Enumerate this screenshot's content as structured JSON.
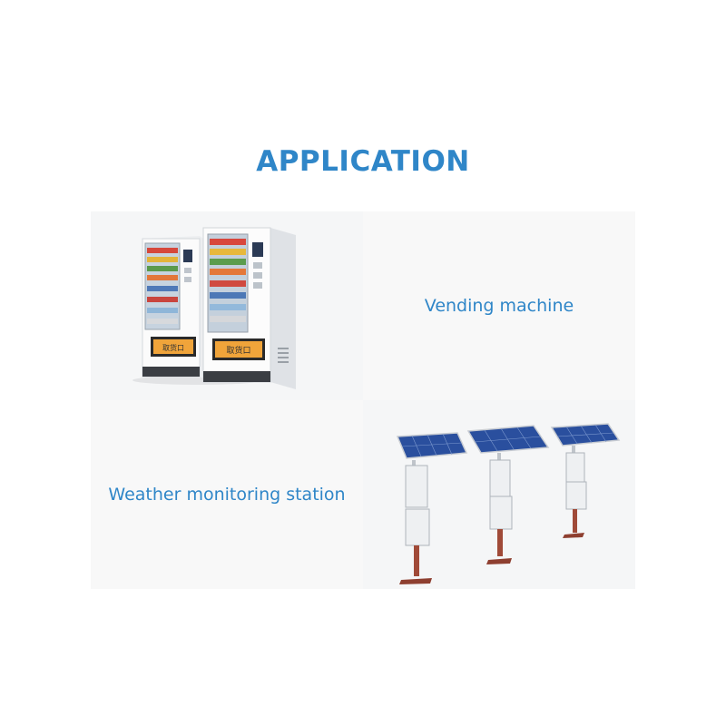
{
  "page": {
    "title": "APPLICATION",
    "accent_color": "#2f86c8"
  },
  "applications": [
    {
      "label": "Vending machine",
      "image": "vending-machines-photo",
      "slot_label": "取货口"
    },
    {
      "label": "Weather monitoring station",
      "image": "solar-weather-stations-photo"
    }
  ]
}
